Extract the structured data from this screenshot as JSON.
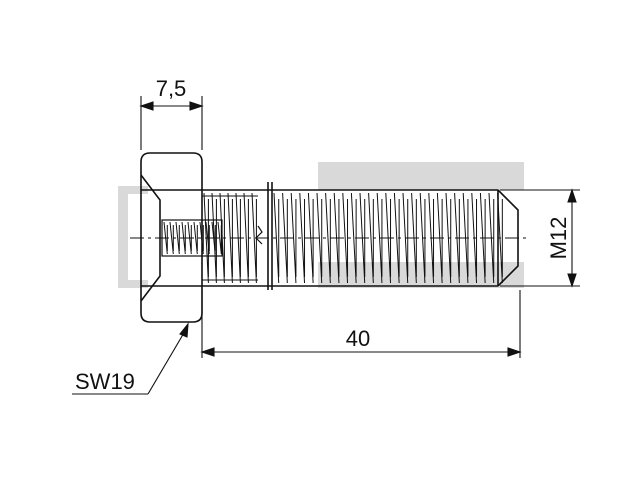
{
  "drawing": {
    "part": "threaded-pin-with-hex-head",
    "dimensions": {
      "head_width": "7,5",
      "thread_length": "40",
      "thread_diameter": "M12",
      "wrench_size": "SW19"
    },
    "colors": {
      "line": "#111111",
      "watermark": "#d9d9d9"
    }
  }
}
